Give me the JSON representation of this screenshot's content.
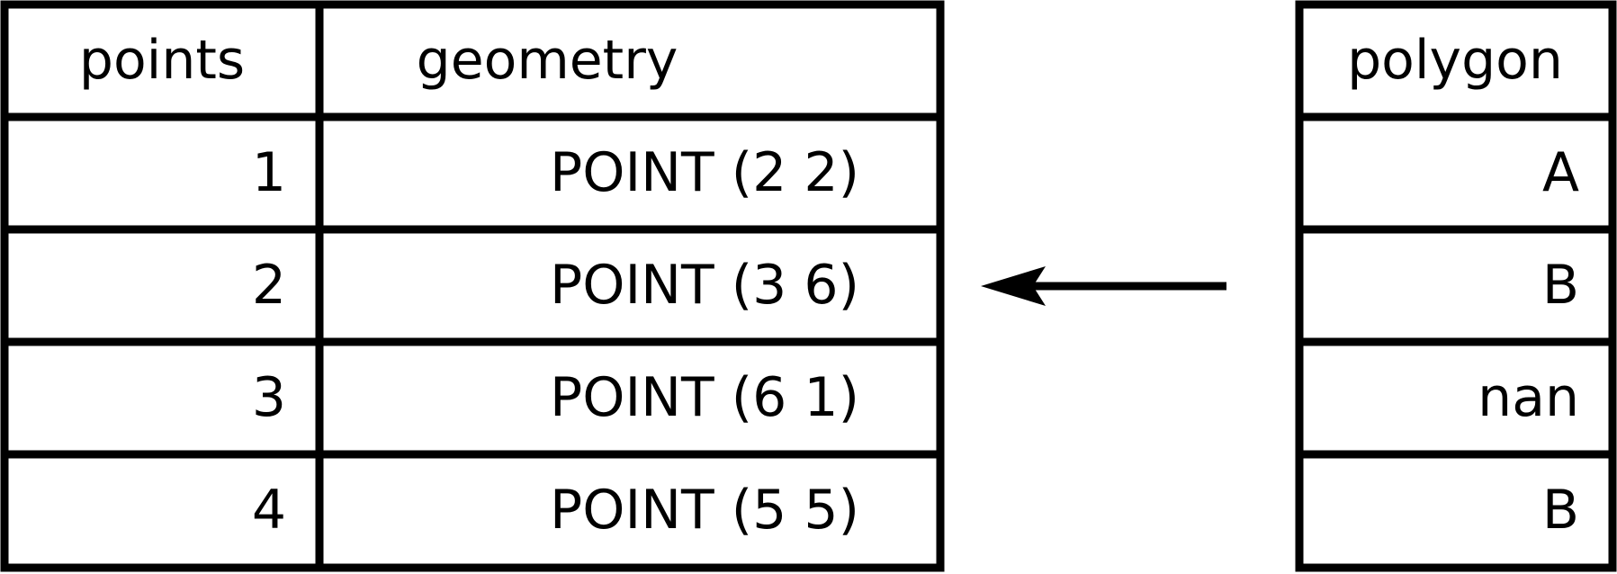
{
  "left_table": {
    "headers": [
      "points",
      "geometry"
    ],
    "rows": [
      [
        "1",
        "POINT (2 2)"
      ],
      [
        "2",
        "POINT (3 6)"
      ],
      [
        "3",
        "POINT (6 1)"
      ],
      [
        "4",
        "POINT (5 5)"
      ]
    ]
  },
  "right_table": {
    "header": "polygon",
    "rows": [
      "A",
      "B",
      "nan",
      "B"
    ]
  },
  "arrow": {
    "direction": "left",
    "color": "#000000"
  }
}
